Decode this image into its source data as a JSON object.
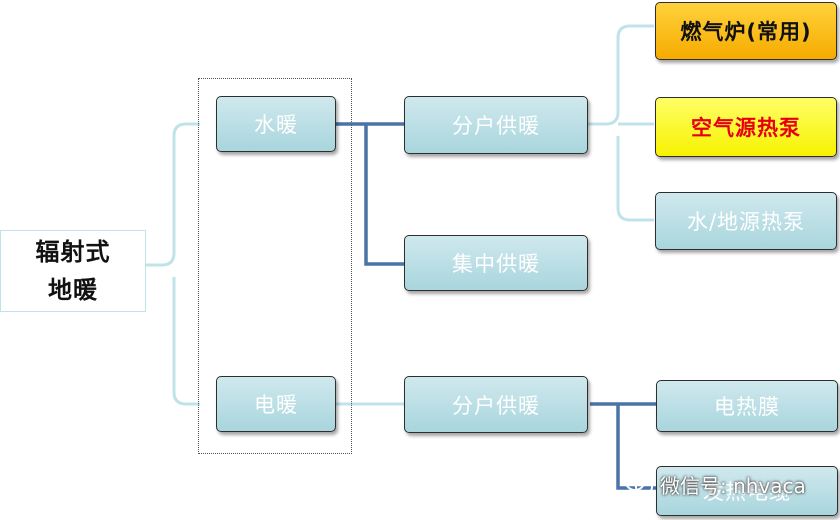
{
  "diagram": {
    "root": "辐射式\n地暖",
    "categories": [
      {
        "label": "水暖",
        "subtypes": [
          {
            "label": "分户供暖",
            "options": [
              "燃气炉(常用)",
              "空气源热泵",
              "水/地源热泵"
            ]
          },
          {
            "label": "集中供暖",
            "options": []
          }
        ]
      },
      {
        "label": "电暖",
        "subtypes": [
          {
            "label": "分户供暖",
            "options": [
              "电热膜",
              "发热电缆"
            ]
          }
        ]
      }
    ]
  },
  "colors": {
    "light_connector": "#bfe3e8",
    "dark_connector": "#4a74a8",
    "node_fill": "#b9dfe5",
    "highlight_orange": "#f8b400",
    "highlight_yellow": "#ffff33",
    "highlight_text_red": "#e60012"
  },
  "watermark": {
    "text": "微信号: nhvaca",
    "icon": "wechat-icon"
  }
}
